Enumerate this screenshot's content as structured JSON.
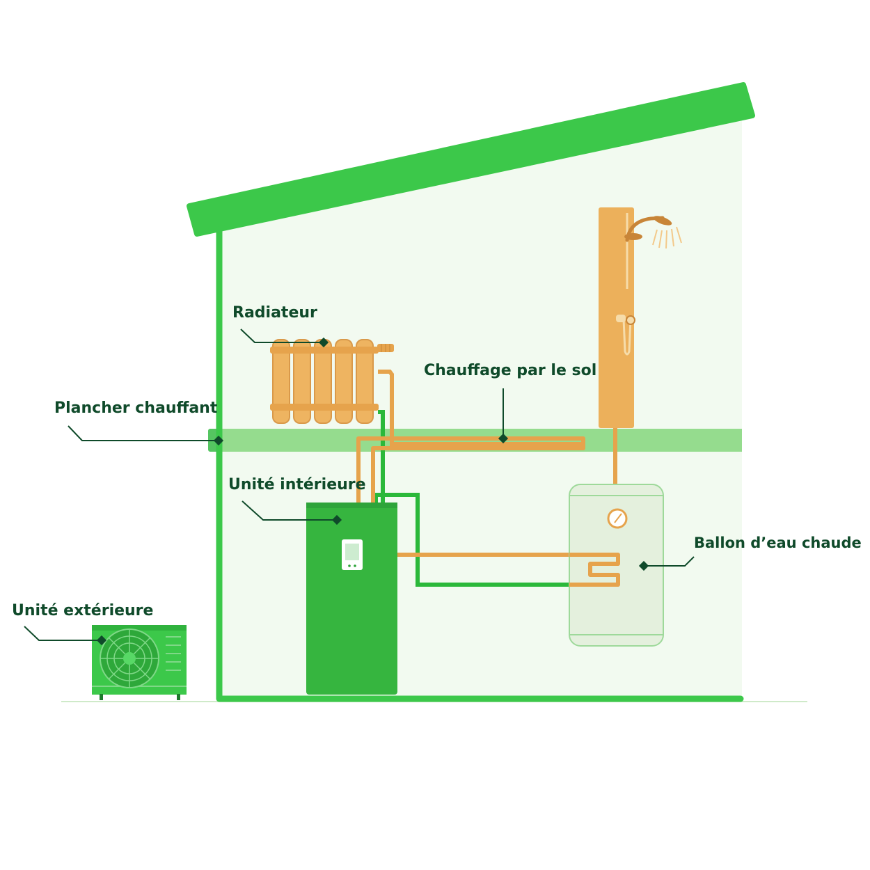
{
  "labels": {
    "radiator": "Radiateur",
    "floor_heating": "Chauffage par le sol",
    "heated_floor": "Plancher chauffant",
    "indoor_unit": "Unité intérieure",
    "hot_water_tank": "Ballon d’eau chaude",
    "outdoor_unit": "Unité extérieure"
  },
  "colors": {
    "house_green": "#3cc84a",
    "house_fill": "#f2faf0",
    "floor_band": "#95dc8e",
    "pipe_orange": "#e6a34c",
    "pipe_green": "#2bb83a",
    "unit_green": "#36b53f",
    "shower_panel": "#ecb05b",
    "tank_fill": "#e4f0dd",
    "label_text": "#0f4a2a"
  }
}
